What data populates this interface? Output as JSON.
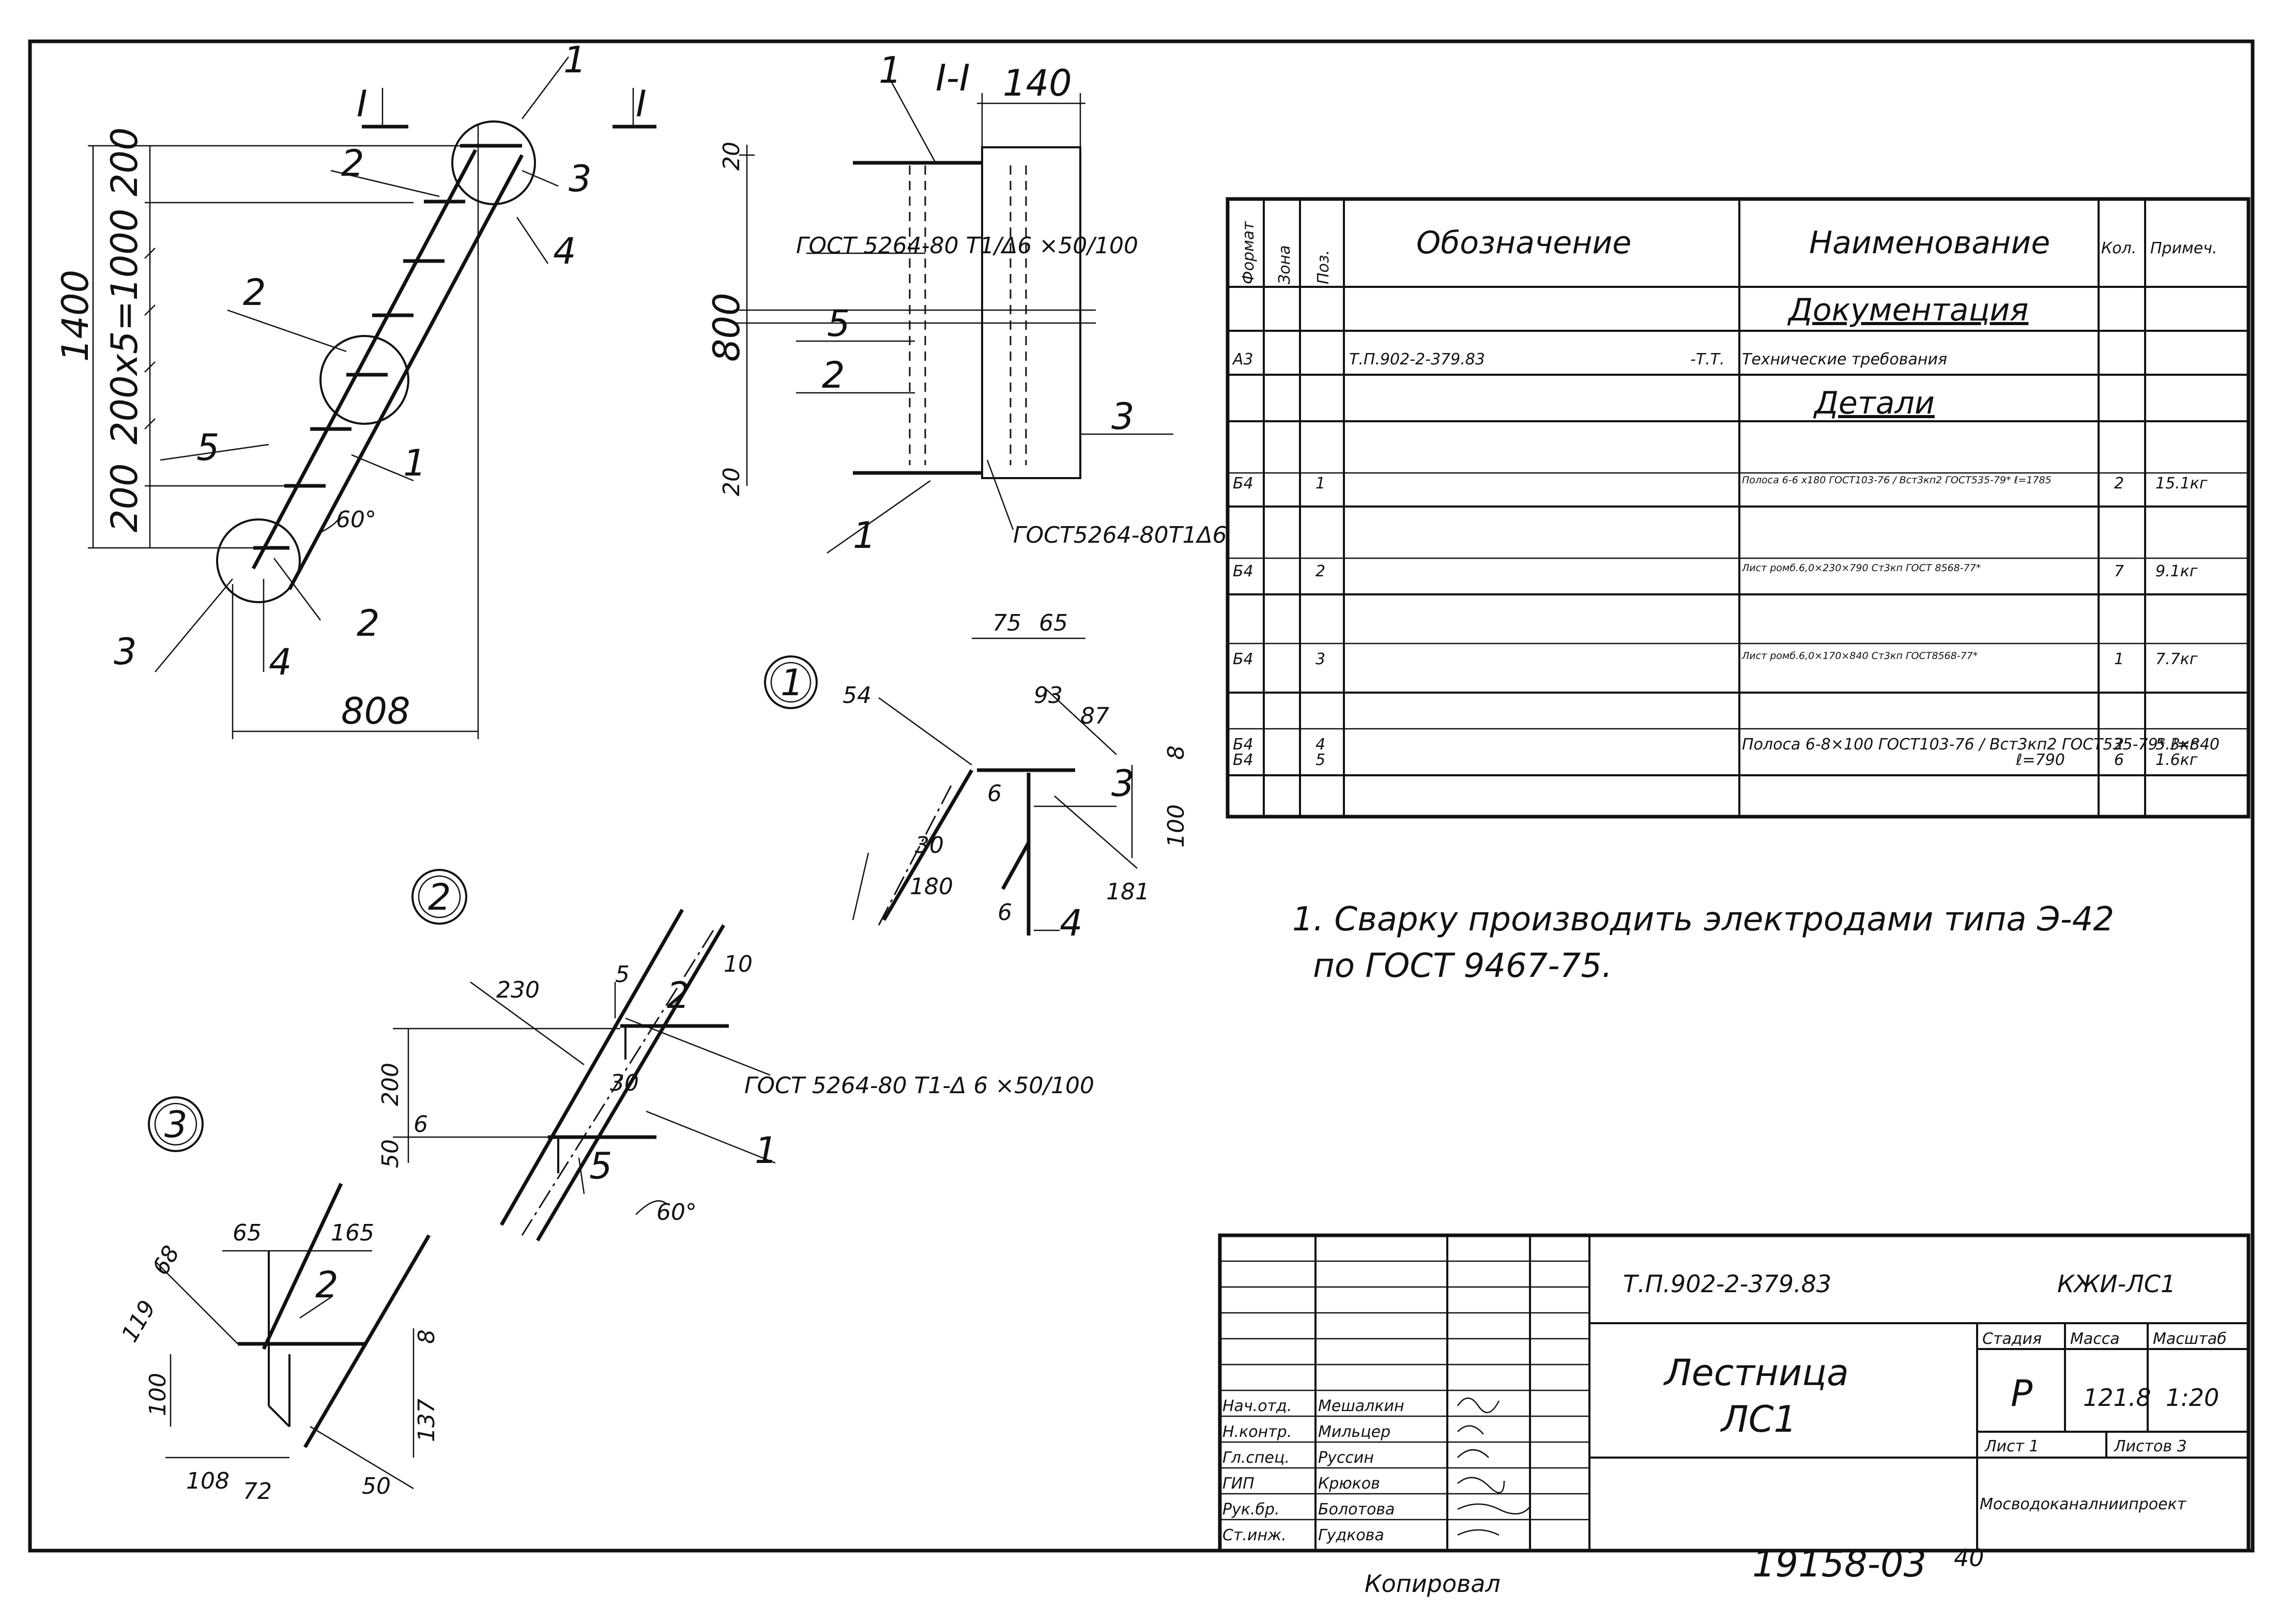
{
  "stair": {
    "total_height": "1400",
    "step_dims": "200х5=1000",
    "top_gap": "200",
    "bottom_gap": "200",
    "width": "808",
    "angle": "60°",
    "section_mark": "I",
    "callouts": {
      "c1": "1",
      "c2": "2",
      "c3": "3",
      "c4": "4",
      "c5": "5"
    }
  },
  "section": {
    "title": "I-I",
    "width": "140",
    "top": "20",
    "height": "800",
    "bottom": "20",
    "weld_top": "ГОСТ 5264-80 Т1/Δ6 ×50/100",
    "weld_bottom": "ГОСТ5264-80Т1Δ6",
    "labels": {
      "p1": "1",
      "p2": "2",
      "p3": "3",
      "p5": "5",
      "p1b": "1"
    }
  },
  "node1": {
    "circle": "1",
    "dims": {
      "d75": "75",
      "d65": "65",
      "d93": "93",
      "d87": "87",
      "d54": "54",
      "d100": "100",
      "d8": "8",
      "d180": "180",
      "d181": "181",
      "d30": "30",
      "d6": "6",
      "d6b": "6"
    },
    "labels": {
      "p3": "3",
      "p4": "4"
    }
  },
  "node2": {
    "circle": "2",
    "dims": {
      "d230": "230",
      "d5": "5",
      "d10": "10",
      "d200": "200",
      "d50": "50",
      "d6": "6",
      "d30": "30"
    },
    "weld": "ГОСТ 5264-80 Т1-Δ 6 ×50/100",
    "labels": {
      "p2": "2",
      "p5": "5",
      "p1": "1"
    },
    "angle": "60°"
  },
  "node3": {
    "circle": "3",
    "dims": {
      "d65": "65",
      "d165": "165",
      "d68": "68",
      "d119": "119",
      "d100": "100",
      "d8": "8",
      "d137": "137",
      "d108": "108",
      "d72": "72",
      "d50": "50"
    },
    "labels": {
      "p2": "2"
    }
  },
  "spec": {
    "headers": {
      "format": "Формат",
      "zone": "Зона",
      "pos": "Поз.",
      "designation": "Обозначение",
      "name": "Наименование",
      "qty": "Кол.",
      "note": "Примеч."
    },
    "section_docs": "Документация",
    "section_parts": "Детали",
    "rows": [
      {
        "format": "А3",
        "pos": "",
        "designation": "Т.П.902-2-379.83",
        "desig_suffix": "-Т.Т.",
        "name": "Технические требования",
        "qty": "",
        "note": ""
      },
      {
        "format": "Б4",
        "pos": "1",
        "designation": "",
        "desig_suffix": "",
        "name": "Полоса 6-6 х180 ГОСТ103-76 / Вст3кп2 ГОСТ535-79* ℓ=1785",
        "qty": "2",
        "note": "15.1кг"
      },
      {
        "format": "Б4",
        "pos": "2",
        "designation": "",
        "desig_suffix": "",
        "name": "Лист ромб.6,0×230×790 Ст3кп ГОСТ 8568-77*",
        "qty": "7",
        "note": "9.1кг"
      },
      {
        "format": "Б4",
        "pos": "3",
        "designation": "",
        "desig_suffix": "",
        "name": "Лист ромб.6,0×170×840 Ст3кп ГОСТ8568-77*",
        "qty": "1",
        "note": "7.7кг"
      },
      {
        "format": "Б4",
        "pos": "4",
        "designation": "",
        "desig_suffix": "",
        "name": "Полоса 6-8×100 ГОСТ103-76 / Вст3кп2 ГОСТ535-79* ℓ=840",
        "qty": "2",
        "note": "5.3кг"
      },
      {
        "format": "Б4",
        "pos": "5",
        "designation": "",
        "desig_suffix": "",
        "name": "ℓ=790",
        "qty": "6",
        "note": "1.6кг"
      }
    ]
  },
  "notes": {
    "line1": "1. Сварку производить электродами типа Э-42",
    "line2": "по ГОСТ 9467-75."
  },
  "title_block": {
    "code": "Т.П.902-2-379.83",
    "sheet_code": "КЖИ-ЛС1",
    "title_line1": "Лестница",
    "title_line2": "ЛС1",
    "headers": {
      "stage": "Стадия",
      "mass": "Масса",
      "scale": "Масштаб"
    },
    "stage": "Р",
    "mass": "121.8",
    "scale": "1:20",
    "sheet": "Лист 1",
    "sheets": "Листов 3",
    "org": "Мосводоканалниипроект",
    "people": [
      {
        "role": "Нач.отд.",
        "name": "Мешалкин"
      },
      {
        "role": "Н.контр.",
        "name": "Мильцер"
      },
      {
        "role": "Гл.спец.",
        "name": "Руссин"
      },
      {
        "role": "ГИП",
        "name": "Крюков"
      },
      {
        "role": "Рук.бр.",
        "name": "Болотова"
      },
      {
        "role": "Ст.инж.",
        "name": "Гудкова"
      }
    ]
  },
  "footer": {
    "copied": "Копировал",
    "number": "19158-03",
    "page": "40"
  }
}
